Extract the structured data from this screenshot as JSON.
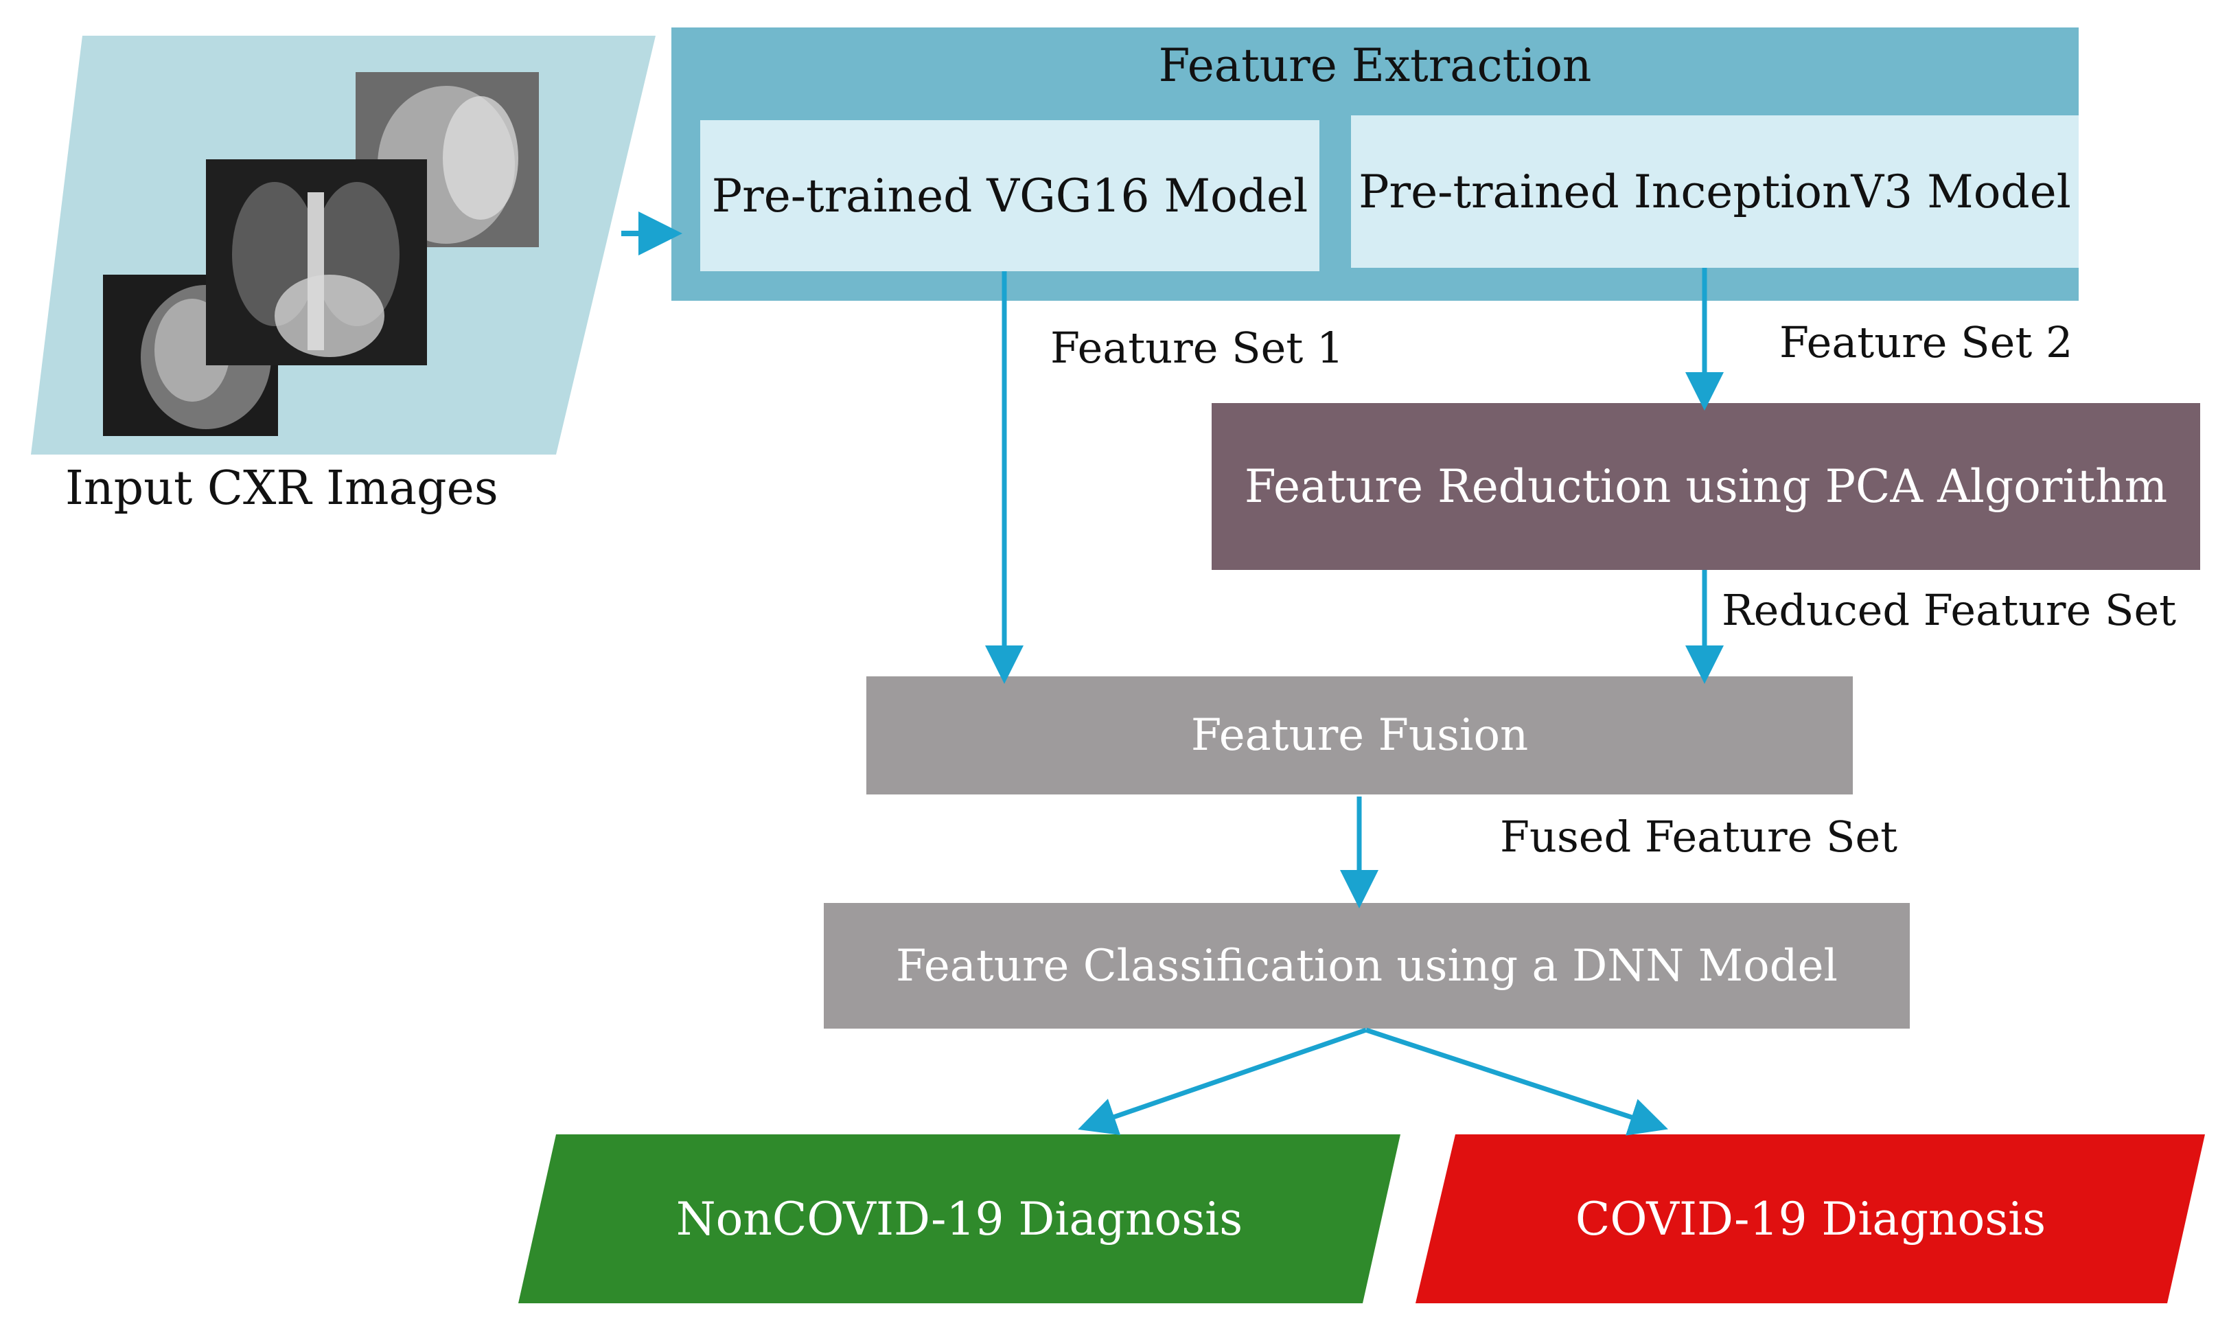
{
  "diagram": {
    "input_label": "Input CXR Images",
    "feature_extraction": {
      "title": "Feature Extraction",
      "model_1": "Pre-trained VGG16 Model",
      "model_2": "Pre-trained InceptionV3 Model"
    },
    "edges": {
      "feature_set_1": "Feature Set 1",
      "feature_set_2": "Feature Set 2",
      "reduced_feature_set": "Reduced Feature Set",
      "fused_feature_set": "Fused Feature Set"
    },
    "feature_reduction": "Feature Reduction using PCA Algorithm",
    "feature_fusion": "Feature Fusion",
    "feature_classification": "Feature Classification using a DNN Model",
    "outcome_noncovid": "NonCOVID-19 Diagnosis",
    "outcome_covid": "COVID-19 Diagnosis"
  },
  "colors": {
    "extraction_outer": "#72b8cc",
    "extraction_inner": "#d6edf4",
    "input_panel": "#b8dbe2",
    "arrow": "#1aa3d0",
    "reduction": "#77606b",
    "fusion": "#9e9b9c",
    "noncovid": "#2f8a2b",
    "covid": "#e01010"
  }
}
